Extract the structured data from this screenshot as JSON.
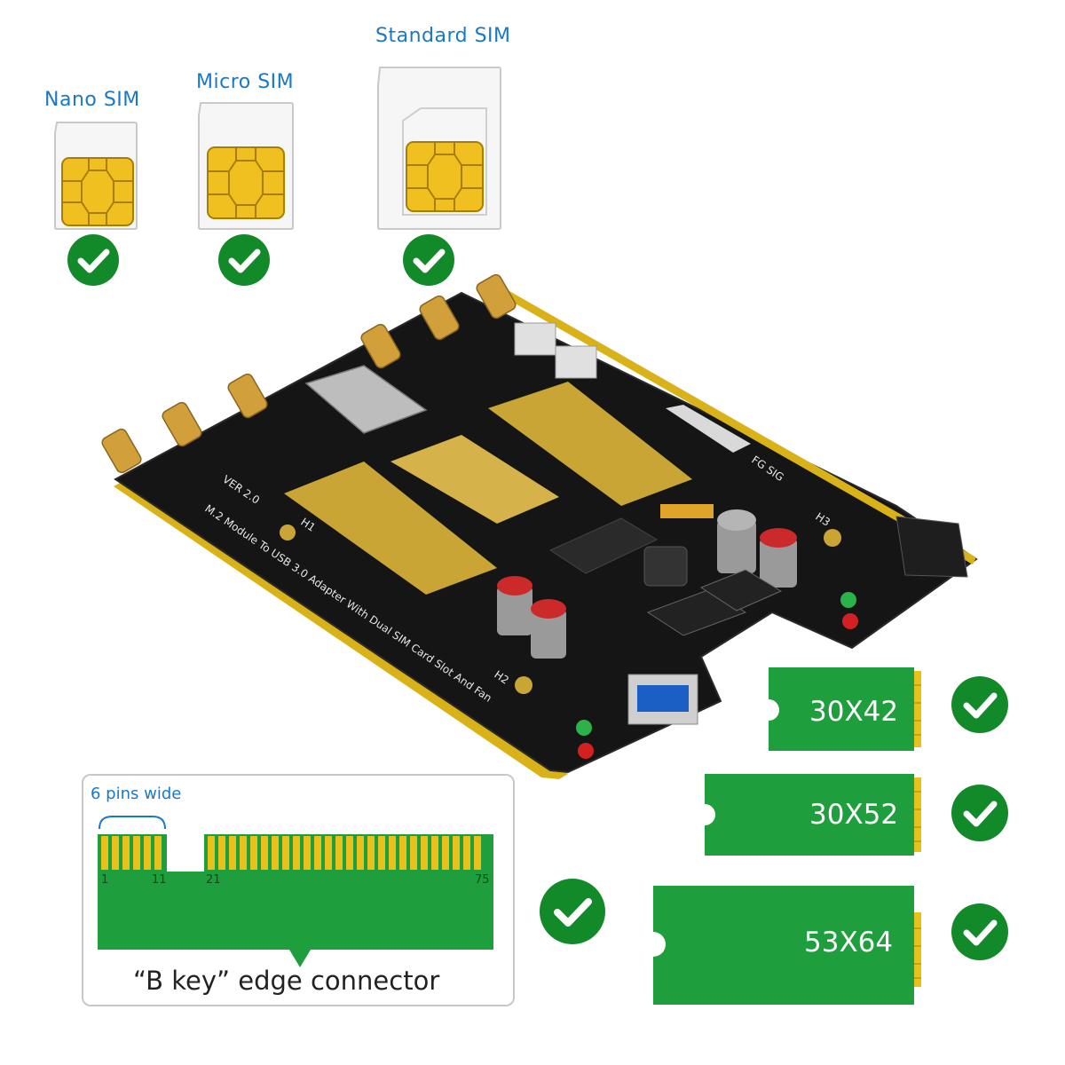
{
  "sim_cards": [
    {
      "label": "Nano SIM"
    },
    {
      "label": "Micro SIM"
    },
    {
      "label": "Standard SIM"
    }
  ],
  "board_silkscreen": {
    "description_line1": "M.2 Module To USB 3.0 Adapter With Dual SIM Card Slot And Fan",
    "version": "VER 2.0",
    "connector": "H2",
    "fan": "FG SIG",
    "mount_labels": [
      "H1",
      "H3"
    ]
  },
  "module_sizes": [
    {
      "label": "30X42"
    },
    {
      "label": "30X52"
    },
    {
      "label": "53X64"
    }
  ],
  "edge_connector": {
    "width_label": "6 pins wide",
    "pin_numbers": [
      "1",
      "11",
      "21",
      "75"
    ],
    "caption": "“B key” edge connector"
  },
  "colors": {
    "label_blue": "#1a78c8",
    "check_green": "#138a2a",
    "pcb_green": "#1f9e3d",
    "gold_pin": "#e8c21a",
    "board_black": "#151515"
  }
}
